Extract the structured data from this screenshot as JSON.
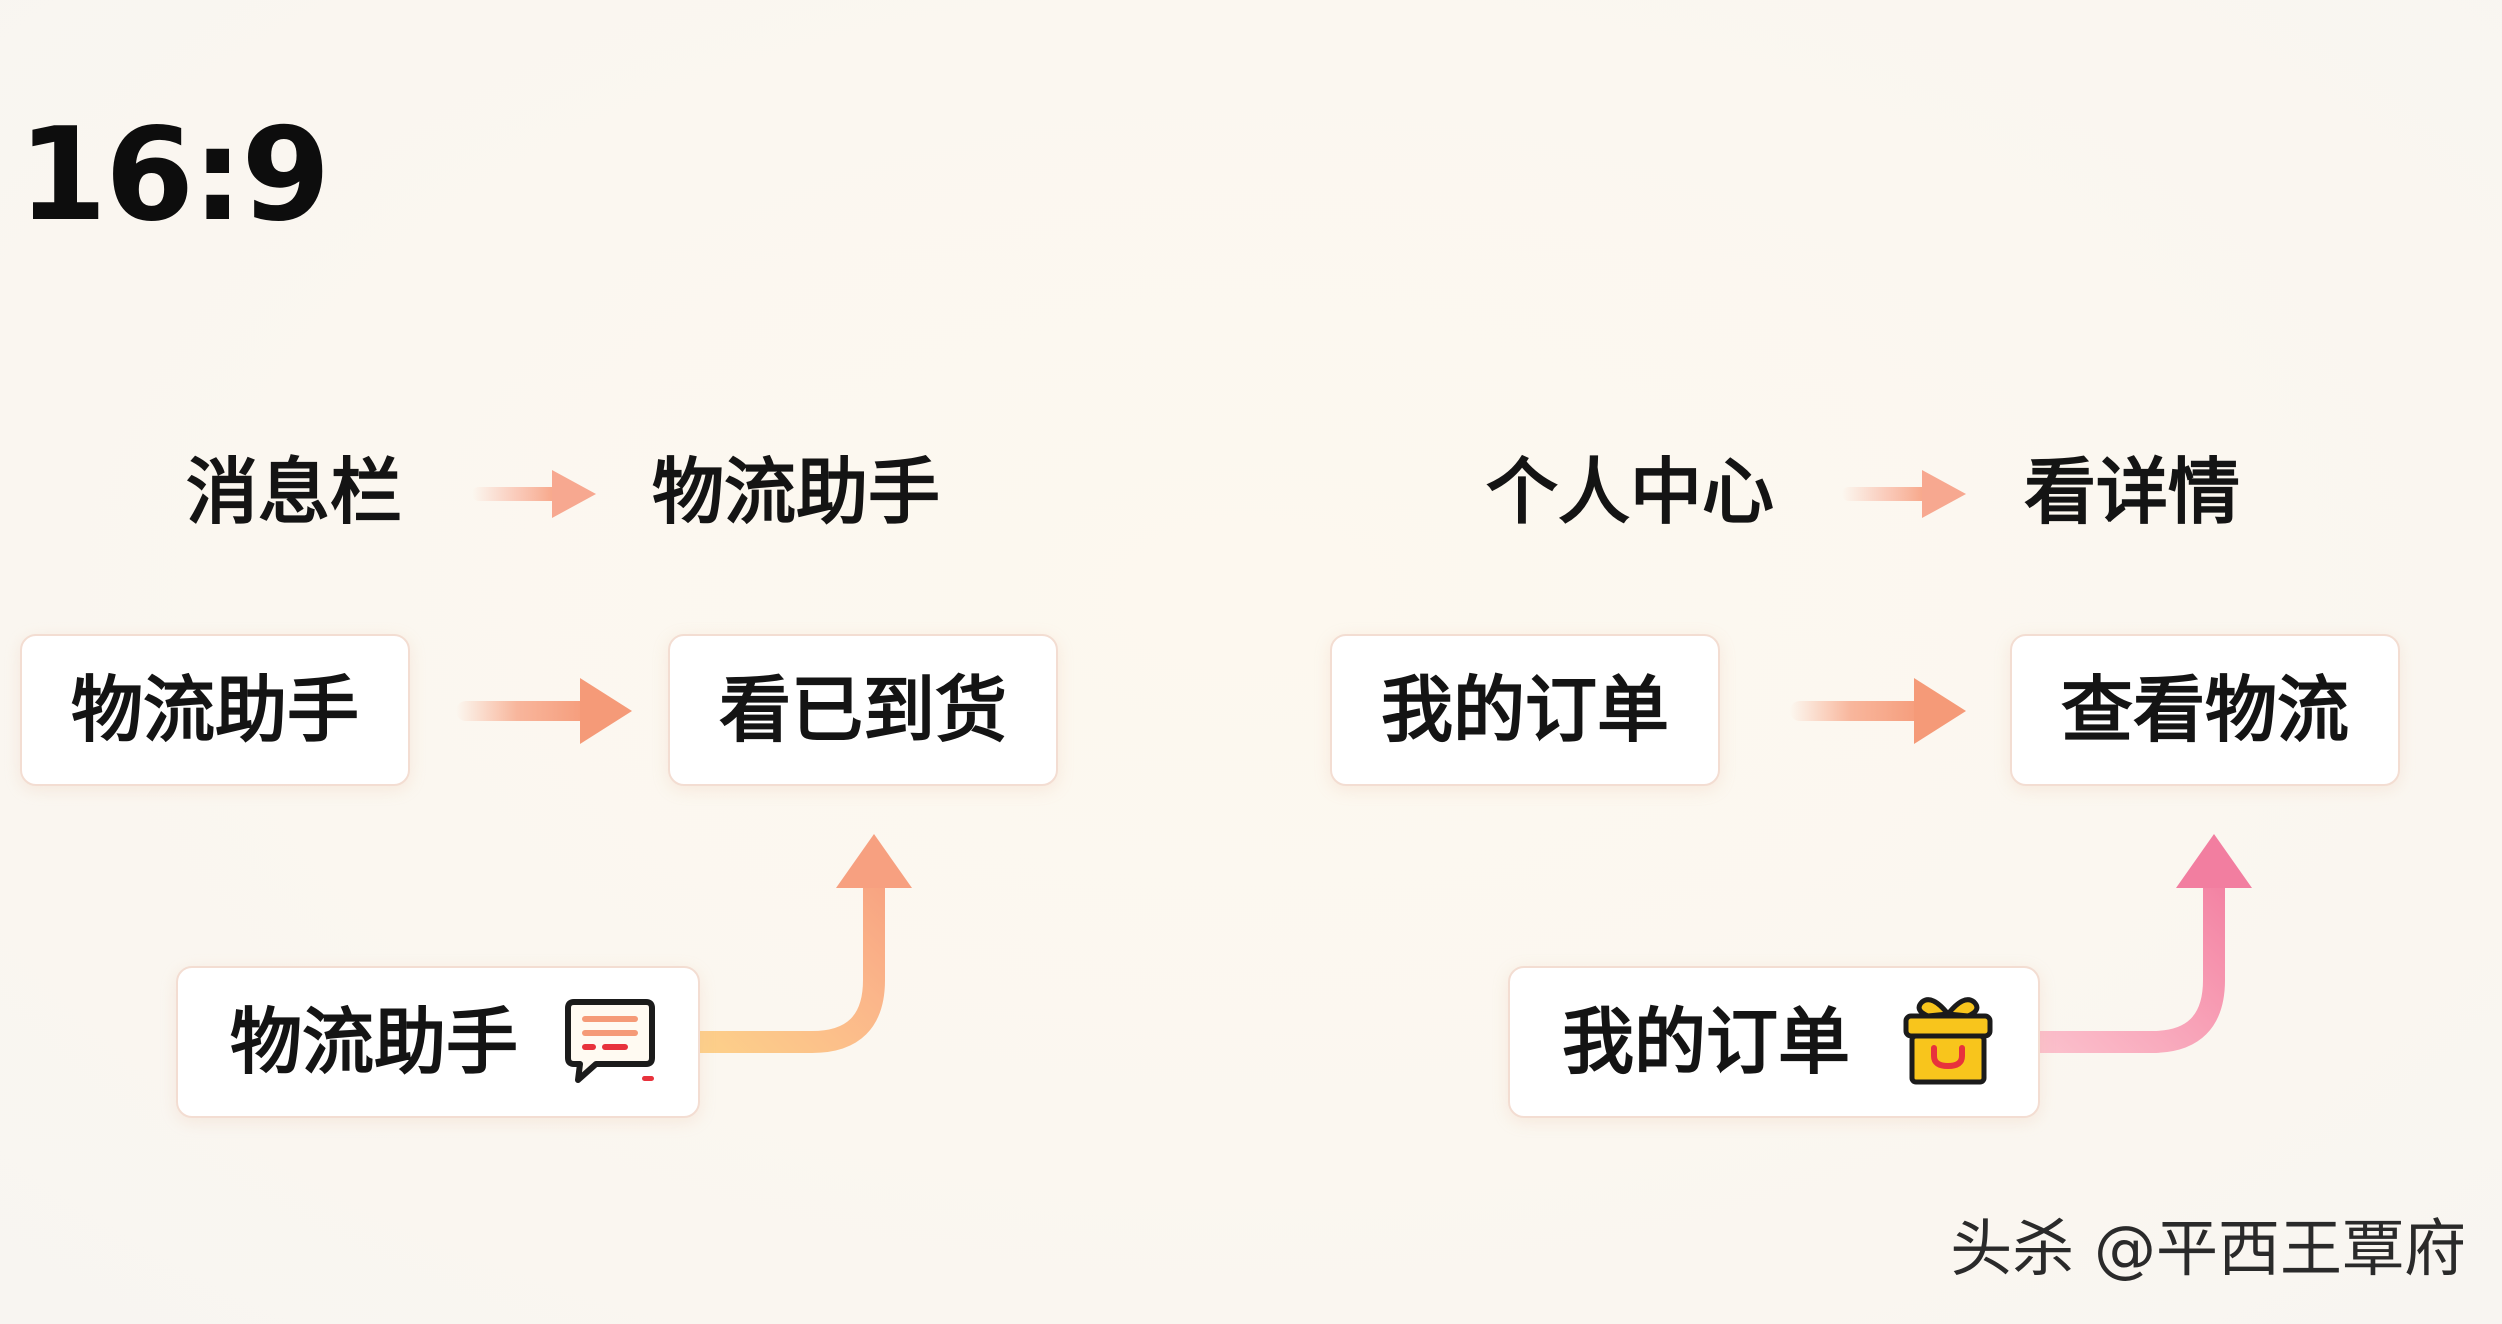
{
  "title": "16:9",
  "left_flow": {
    "path_from": "消息栏",
    "path_to": "物流助手",
    "box_from": "物流助手",
    "box_to": "看已到货",
    "shortcut_label": "物流助手",
    "shortcut_icon": "message-list-icon"
  },
  "right_flow": {
    "path_from": "个人中心",
    "path_to": "看详情",
    "box_from": "我的订单",
    "box_to": "查看物流",
    "shortcut_label": "我的订单",
    "shortcut_icon": "gift-box-icon"
  },
  "colors": {
    "arrow_light": "#f9b8a4",
    "arrow_strong": "#f7a080",
    "curve_left_start": "#fdd08a",
    "curve_left_end": "#f7a080",
    "curve_right_start": "#fbb0c0",
    "curve_right_end": "#f27ea0",
    "gift_yellow": "#f8c51c",
    "gift_red": "#e8323c"
  },
  "watermark": "头杀 @平西王覃府"
}
